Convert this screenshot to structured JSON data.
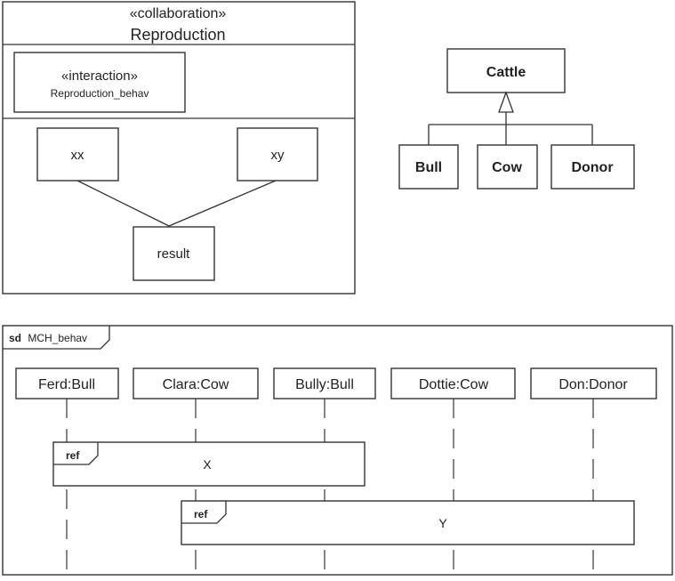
{
  "collaboration": {
    "stereotype": "«collaboration»",
    "name": "Reproduction",
    "interaction": {
      "stereotype": "«interaction»",
      "name": "Reproduction_behav"
    },
    "roles": {
      "xx": "xx",
      "xy": "xy",
      "result": "result"
    }
  },
  "class_diagram": {
    "parent": "Cattle",
    "children": [
      "Bull",
      "Cow",
      "Donor"
    ]
  },
  "sequence_diagram": {
    "frame_kind": "sd",
    "frame_name": "MCH_behav",
    "lifelines": [
      "Ferd:Bull",
      "Clara:Cow",
      "Bully:Bull",
      "Dottie:Cow",
      "Don:Donor"
    ],
    "refs": [
      {
        "tag": "ref",
        "name": "X"
      },
      {
        "tag": "ref",
        "name": "Y"
      }
    ]
  }
}
